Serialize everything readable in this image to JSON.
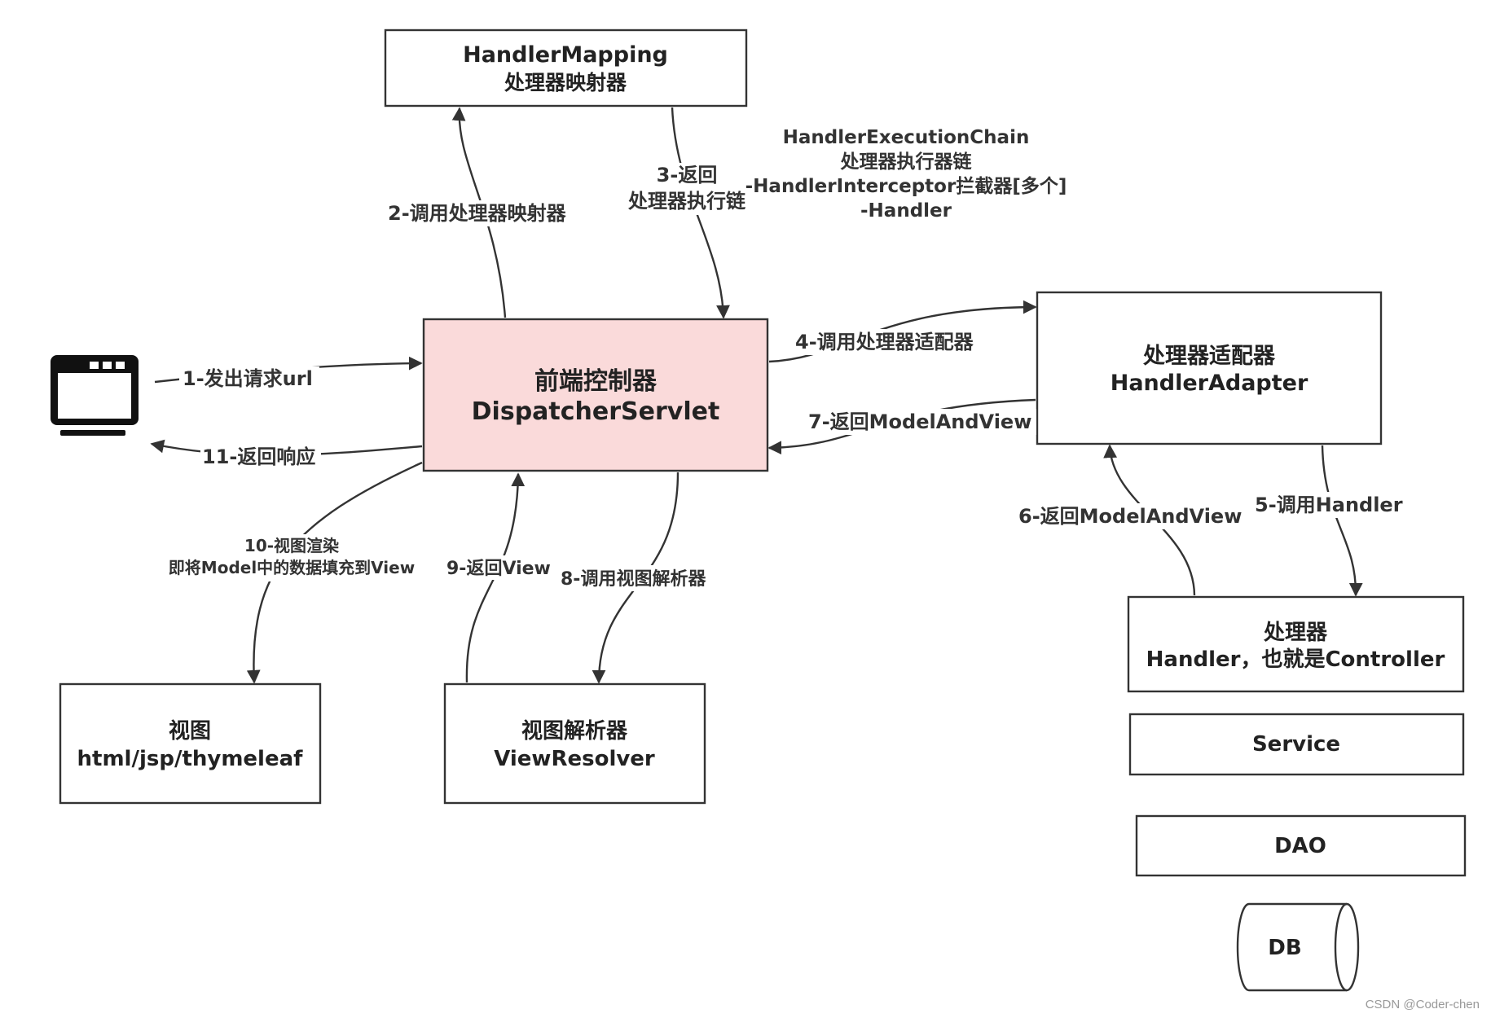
{
  "nodes": {
    "handler_mapping": [
      "HandlerMapping",
      "处理器映射器"
    ],
    "dispatcher": [
      "前端控制器",
      "DispatcherServlet"
    ],
    "handler_adapter": [
      "处理器适配器",
      "HandlerAdapter"
    ],
    "handler": [
      "处理器",
      "Handler，也就是Controller"
    ],
    "service": "Service",
    "dao": "DAO",
    "db": "DB",
    "view": [
      "视图",
      "html/jsp/thymeleaf"
    ],
    "view_resolver": [
      "视图解析器",
      "ViewResolver"
    ]
  },
  "edges": {
    "e1": "1-发出请求url",
    "e2": "2-调用处理器映射器",
    "e3": [
      "3-返回",
      "处理器执行链"
    ],
    "e4": "4-调用处理器适配器",
    "e5": "5-调用Handler",
    "e6": "6-返回ModelAndView",
    "e7": "7-返回ModelAndView",
    "e8": "8-调用视图解析器",
    "e9": "9-返回View",
    "e10": [
      "10-视图渲染",
      "即将Model中的数据填充到View"
    ],
    "e11": "11-返回响应"
  },
  "note": [
    "HandlerExecutionChain",
    "处理器执行器链",
    "-HandlerInterceptor拦截器[多个]",
    "-Handler"
  ],
  "watermark": "CSDN @Coder-chen",
  "colors": {
    "dispatcher_fill": "#fadada",
    "stroke": "#333333"
  }
}
